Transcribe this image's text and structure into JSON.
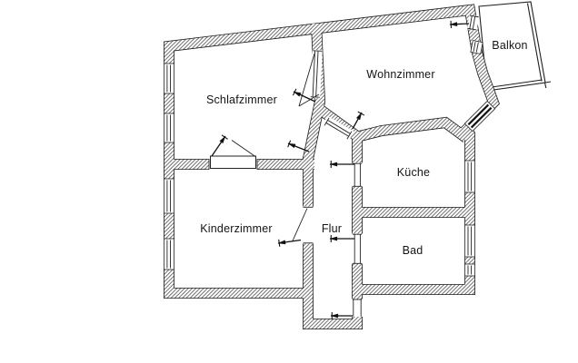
{
  "floorplan": {
    "type": "apartment-floor-plan",
    "colors": {
      "background": "#ffffff",
      "wall_line": "#1f1f1f",
      "hatch": "#4d4d4d",
      "text": "#141414"
    },
    "rooms": [
      {
        "id": "schlafzimmer",
        "label": "Schlafzimmer"
      },
      {
        "id": "wohnzimmer",
        "label": "Wohnzimmer"
      },
      {
        "id": "balkon",
        "label": "Balkon"
      },
      {
        "id": "kueche",
        "label": "Küche"
      },
      {
        "id": "kinderzimmer",
        "label": "Kinderzimmer"
      },
      {
        "id": "flur",
        "label": "Flur"
      },
      {
        "id": "bad",
        "label": "Bad"
      }
    ]
  }
}
